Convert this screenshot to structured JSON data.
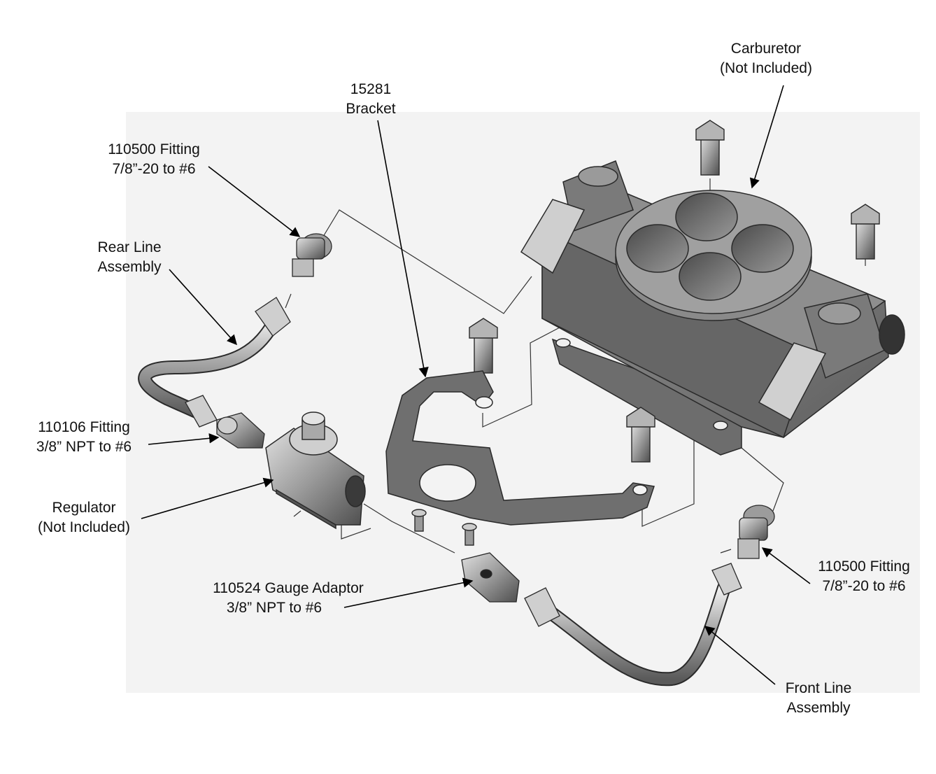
{
  "labels": {
    "carburetor": {
      "line1": "Carburetor",
      "line2": "(Not Included)"
    },
    "bracket": {
      "line1": "15281",
      "line2": "Bracket"
    },
    "fitting_rear": {
      "line1": "110500 Fitting",
      "line2": "7/8”-20 to #6"
    },
    "rear_line": {
      "line1": "Rear Line",
      "line2": "Assembly"
    },
    "fitting_npt": {
      "line1": "110106 Fitting",
      "line2": "3/8” NPT to #6"
    },
    "regulator": {
      "line1": "Regulator",
      "line2": "(Not Included)"
    },
    "gauge_adaptor": {
      "line1": "110524 Gauge Adaptor",
      "line2": "3/8” NPT to #6"
    },
    "fitting_front": {
      "line1": "110500 Fitting",
      "line2": "7/8”-20 to #6"
    },
    "front_line": {
      "line1": "Front Line",
      "line2": "Assembly"
    }
  },
  "colors": {
    "background_panel": "#f2f2f2",
    "part_dark": "#6e6e6e",
    "part_mid": "#8c8c8c",
    "part_light": "#bdbdbd",
    "outline": "#2a2a2a"
  }
}
